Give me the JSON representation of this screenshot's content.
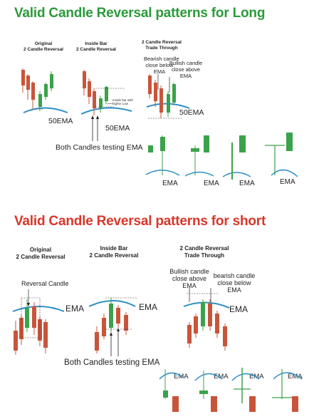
{
  "long": {
    "title": "Valid Candle Reversal patterns for Long",
    "panels": [
      {
        "l1": "Original",
        "l2": "2 Candle Reversal"
      },
      {
        "l1": "Inside Bar",
        "l2": "2 Candle Reversal"
      },
      {
        "l1": "2 Candle Reversal",
        "l2": "Trade Through"
      }
    ],
    "bearish_note": [
      "Bearish candle",
      "close below",
      "EMA"
    ],
    "bullish_note": [
      "Bullish candle",
      "close above",
      "EMA"
    ],
    "inside_bar_note": [
      "Inside bar with",
      "higher Low"
    ],
    "ema_label_a": "50EMA",
    "ema_label_b": "50EMA",
    "ema_label_c": "50EMA",
    "testing_note": "Both Candles testing EMA",
    "mini_ema": [
      "EMA",
      "EMA",
      "EMA",
      "EMA"
    ]
  },
  "short": {
    "title": "Valid Candle Reversal patterns for short",
    "panels": [
      {
        "l1": "Original",
        "l2": "2 Candle Reversal"
      },
      {
        "l1": "Inside Bar",
        "l2": "2 Candle Reversal"
      },
      {
        "l1": "2 Candle Reversal",
        "l2": "Trade Through"
      }
    ],
    "reversal_note": "Reversal Candle",
    "bullish_note": [
      "Bullish candle",
      "close above",
      "EMA"
    ],
    "bearish_note": [
      "bearish candle",
      "close below",
      "EMA"
    ],
    "ema_label_a": "EMA",
    "ema_label_b": "EMA",
    "ema_label_c": "EMA",
    "testing_note": "Both Candles testing EMA",
    "mini_ema": [
      "EMA",
      "EMA",
      "EMA",
      "EMA"
    ]
  },
  "colors": {
    "title_long": "#2a9a3a",
    "title_short": "#d8372a",
    "bull": "#3aa24a",
    "bear": "#c8553a",
    "ema": "#2e8fc9"
  }
}
